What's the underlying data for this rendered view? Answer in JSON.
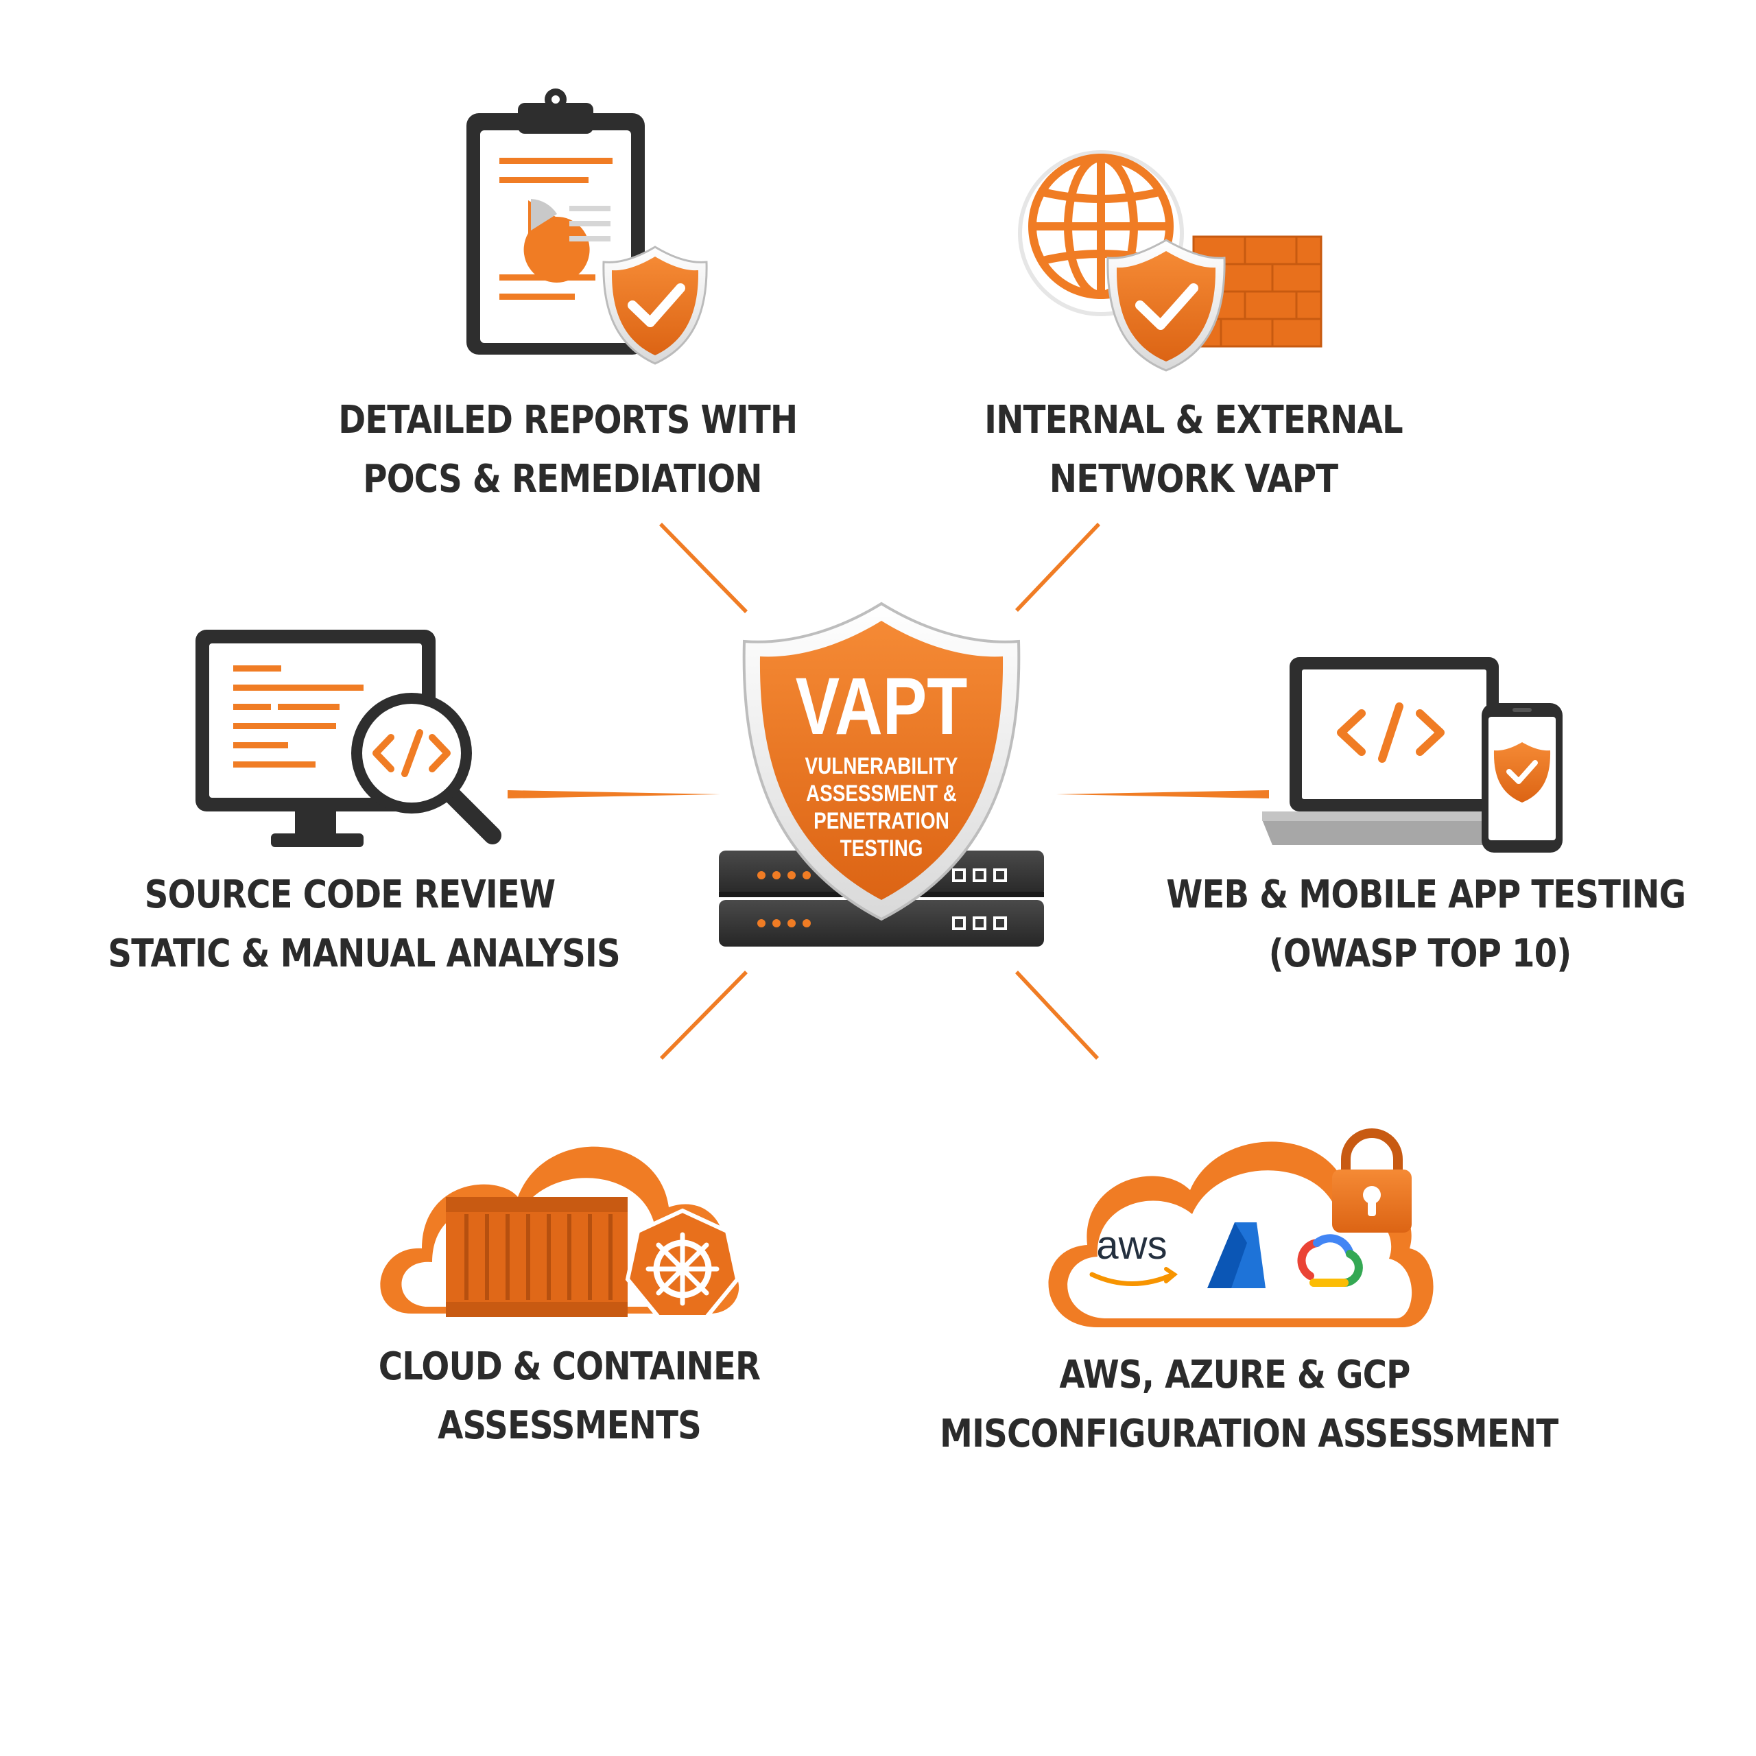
{
  "center": {
    "badge_title": "VAPT",
    "badge_lines": [
      "VULNERABILITY",
      "ASSESSMENT &",
      "PENETRATION",
      "TESTING"
    ]
  },
  "services": {
    "reports": {
      "lines": [
        "DETAILED REPORTS WITH",
        "POCS & REMEDIATION"
      ],
      "icon": "clipboard-report-icon"
    },
    "network": {
      "lines": [
        "INTERNAL & EXTERNAL",
        "NETWORK VAPT"
      ],
      "icon": "globe-firewall-icon"
    },
    "source_code": {
      "lines": [
        "SOURCE CODE REVIEW",
        "STATIC & MANUAL ANALYSIS"
      ],
      "icon": "monitor-code-search-icon"
    },
    "web_mobile": {
      "lines": [
        "WEB & MOBILE APP TESTING",
        "(OWASP TOP 10)"
      ],
      "icon": "laptop-phone-icon"
    },
    "cloud_container": {
      "lines": [
        "CLOUD & CONTAINER",
        "ASSESSMENTS"
      ],
      "icon": "cloud-container-icon"
    },
    "cloud_config": {
      "lines": [
        "AWS, AZURE & GCP",
        "MISCONFIGURATION ASSESSMENT"
      ],
      "icon": "cloud-lock-icon"
    }
  },
  "logos": {
    "aws": "aws"
  },
  "colors": {
    "accent": "#F07C24",
    "accent_dark": "#C85A12",
    "text": "#2B2B2B",
    "dark": "#2E2E2E"
  }
}
